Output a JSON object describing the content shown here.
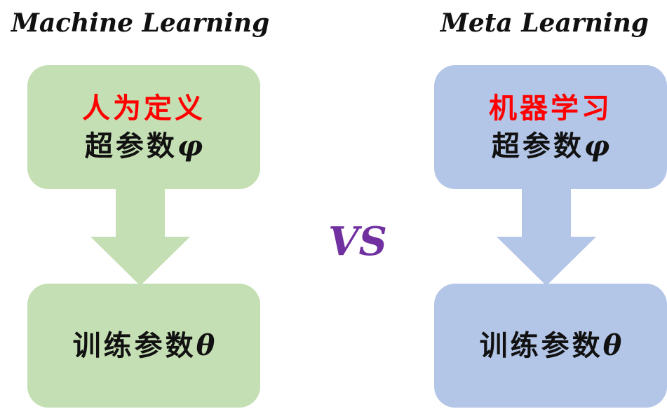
{
  "left": {
    "title": "Machine Learning",
    "top_box": {
      "highlight": "人为定义",
      "text": "超参数",
      "symbol": "φ"
    },
    "bottom_box": {
      "text": "训练参数",
      "symbol": "θ"
    }
  },
  "right": {
    "title": "Meta Learning",
    "top_box": {
      "highlight": "机器学习",
      "text": "超参数",
      "symbol": "φ"
    },
    "bottom_box": {
      "text": "训练参数",
      "symbol": "θ"
    }
  },
  "vs": "VS",
  "colors": {
    "left_box": "#c5dfb4",
    "right_box": "#b4c6e7",
    "highlight": "#ff0000",
    "vs": "#7030a0"
  }
}
